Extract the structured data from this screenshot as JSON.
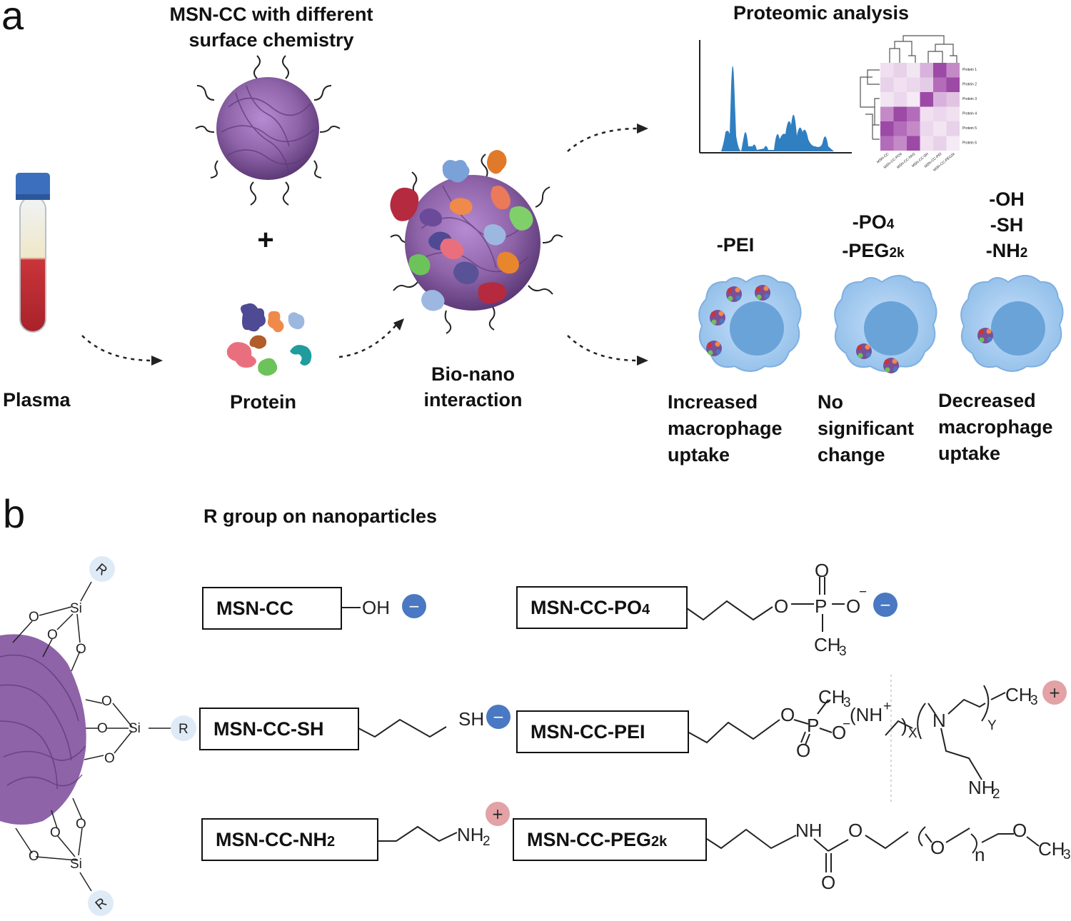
{
  "panel_a": {
    "letter": "a",
    "nanoparticle_title_line1": "MSN-CC with different",
    "nanoparticle_title_line2": "surface chemistry",
    "plus": "+",
    "plasma_label": "Plasma",
    "protein_label": "Protein",
    "bionano_line1": "Bio-nano",
    "bionano_line2": "interaction",
    "proteomic_title": "Proteomic analysis",
    "heatmap_rows": [
      "Protein 1",
      "Protein 2",
      "Protein 3",
      "Protein 4",
      "Protein 5",
      "Protein 6"
    ],
    "heatmap_cols": [
      "MSN-CC",
      "MSN-CC-PO4",
      "MSN-CC-NH2",
      "MSN-CC-SH",
      "MSN-CC-PEI",
      "MSN-CC-PEG2k"
    ],
    "groups": [
      {
        "lines": [
          "-PEI"
        ],
        "outcome": [
          "Increased",
          "macrophage",
          "uptake"
        ]
      },
      {
        "lines": [
          "-PO4",
          "-PEG2k"
        ],
        "outcome": [
          "No",
          "significant",
          "change"
        ]
      },
      {
        "lines": [
          "-OH",
          "-SH",
          "-NH2"
        ],
        "outcome": [
          "Decreased",
          "macrophage",
          "uptake"
        ]
      }
    ]
  },
  "panel_b": {
    "letter": "b",
    "title": "R group on nanoparticles",
    "particle_atoms": {
      "si": "Si",
      "o": "O",
      "r": "R"
    },
    "boxes": [
      {
        "label": "MSN-CC",
        "charge": "−",
        "charge_color": "#4a78c2"
      },
      {
        "label": "MSN-CC-PO4",
        "charge": "−",
        "charge_color": "#4a78c2"
      },
      {
        "label": "MSN-CC-SH",
        "charge": "−",
        "charge_color": "#4a78c2"
      },
      {
        "label": "MSN-CC-PEI",
        "charge": "+",
        "charge_color": "#e3a2a5"
      },
      {
        "label": "MSN-CC-NH2",
        "charge": "+",
        "charge_color": "#e3a2a5"
      },
      {
        "label": "MSN-CC-PEG2k",
        "charge": "",
        "charge_color": ""
      }
    ],
    "chem": {
      "oh": "OH",
      "sh": "SH",
      "nh2": "NH",
      "sub2": "2",
      "sub3": "3",
      "o": "O",
      "p": "P",
      "ch3": "CH",
      "nh": "NH",
      "n": "N",
      "x": "X",
      "y": "Y",
      "n_sub": "n",
      "plus": "+",
      "minus": "−"
    }
  },
  "colors": {
    "nanoparticle": "#8e63a8",
    "nanoparticle_dark": "#5d3a78",
    "cell": "#a9cdee",
    "nucleus": "#6aa3d8",
    "chromatogram": "#2f7fc1",
    "negative_charge": "#4a78c2",
    "positive_charge": "#e3a2a5",
    "tube_cap": "#3d6fbf",
    "blood": "#c9343a"
  }
}
